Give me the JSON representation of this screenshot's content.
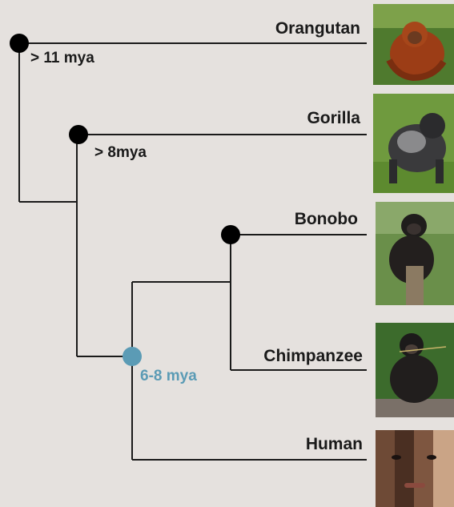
{
  "colors": {
    "background": "#e5e1de",
    "line": "#1a1a1a",
    "node": "#000000",
    "highlight_node": "#5b9bb5",
    "highlight_text": "#5b9bb5"
  },
  "species": [
    {
      "id": "orangutan",
      "label": "Orangutan",
      "photo": "orangutan-photo"
    },
    {
      "id": "gorilla",
      "label": "Gorilla",
      "photo": "gorilla-photo"
    },
    {
      "id": "bonobo",
      "label": "Bonobo",
      "photo": "bonobo-photo"
    },
    {
      "id": "chimpanzee",
      "label": "Chimpanzee",
      "photo": "chimpanzee-photo"
    },
    {
      "id": "human",
      "label": "Human",
      "photo": "human-face-photo"
    }
  ],
  "divergences": [
    {
      "id": "orangutan-split",
      "label": "> 11 mya",
      "highlight": false
    },
    {
      "id": "gorilla-split",
      "label": "> 8mya",
      "highlight": false
    },
    {
      "id": "bonobo-chimp-split",
      "label": "",
      "highlight": false
    },
    {
      "id": "human-split",
      "label": "6-8 mya",
      "highlight": true
    }
  ]
}
